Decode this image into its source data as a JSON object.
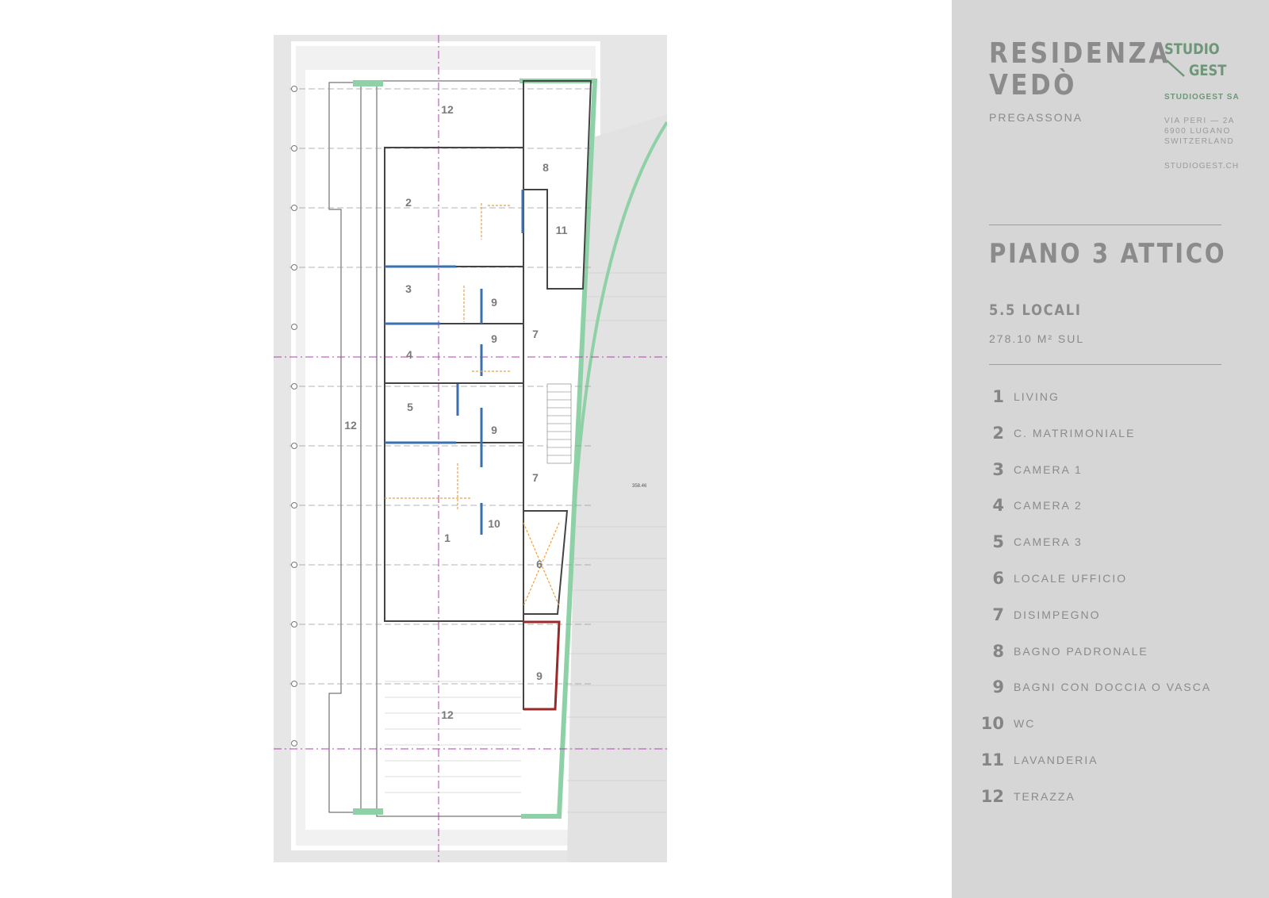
{
  "project": {
    "title": "RESIDENZA\nVEDÒ",
    "location": "PREGASSONA"
  },
  "company": {
    "logo_line1": "STUDIO",
    "logo_line2": "GEST",
    "name": "STUDIOGEST SA",
    "address": "VIA PERI — 2A\n6900 LUGANO\nSWITZERLAND",
    "website": "STUDIOGEST.CH",
    "brand_color": "#6e9678"
  },
  "floor": {
    "title": "PIANO 3 ATTICO",
    "units": "5.5 LOCALI",
    "area": "278.10 M² SUL"
  },
  "legend": [
    {
      "num": "1",
      "label": "LIVING"
    },
    {
      "num": "2",
      "label": "C. MATRIMONIALE"
    },
    {
      "num": "3",
      "label": "CAMERA 1"
    },
    {
      "num": "4",
      "label": "CAMERA 2"
    },
    {
      "num": "5",
      "label": "CAMERA 3"
    },
    {
      "num": "6",
      "label": "LOCALE UFFICIO"
    },
    {
      "num": "7",
      "label": "DISIMPEGNO"
    },
    {
      "num": "8",
      "label": "BAGNO PADRONALE"
    },
    {
      "num": "9",
      "label": "BAGNI CON DOCCIA O VASCA"
    },
    {
      "num": "10",
      "label": "WC"
    },
    {
      "num": "11",
      "label": "LAVANDERIA"
    },
    {
      "num": "12",
      "label": "TERAZZA"
    }
  ],
  "plan": {
    "room_labels": [
      "12",
      "2",
      "8",
      "11",
      "3",
      "9",
      "9",
      "7",
      "4",
      "5",
      "12",
      "9",
      "7",
      "10",
      "1",
      "6",
      "9",
      "12"
    ],
    "elevation_mark": "358.46"
  },
  "colors": {
    "sidebar_bg": "#d6d6d6",
    "wall_green": "#8fd1a6",
    "axis_magenta": "#b33fb3",
    "window_blue": "#3a6fb0",
    "door_orange": "#e8a04a",
    "wall_red": "#9a2a2a"
  }
}
